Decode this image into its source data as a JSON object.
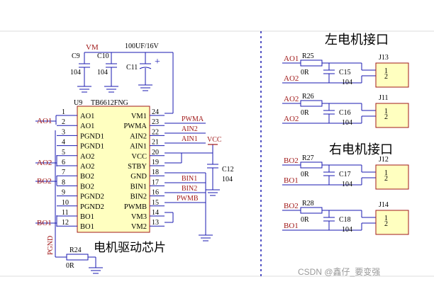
{
  "chip": {
    "designator": "U9",
    "part": "TB6612FNG",
    "left_pins": [
      {
        "num": "1",
        "name": "AO1"
      },
      {
        "num": "2",
        "name": "AO1"
      },
      {
        "num": "3",
        "name": "PGND1"
      },
      {
        "num": "4",
        "name": "PGND1"
      },
      {
        "num": "5",
        "name": "AO2"
      },
      {
        "num": "6",
        "name": "AO2"
      },
      {
        "num": "7",
        "name": "BO2"
      },
      {
        "num": "8",
        "name": "BO2"
      },
      {
        "num": "9",
        "name": "PGND2"
      },
      {
        "num": "10",
        "name": "PGND2"
      },
      {
        "num": "11",
        "name": "BO1"
      },
      {
        "num": "12",
        "name": "BO1"
      }
    ],
    "right_pins": [
      {
        "num": "24",
        "name": "VM1"
      },
      {
        "num": "23",
        "name": "PWMA"
      },
      {
        "num": "22",
        "name": "AIN2"
      },
      {
        "num": "21",
        "name": "AIN1"
      },
      {
        "num": "20",
        "name": "VCC"
      },
      {
        "num": "19",
        "name": "STBY"
      },
      {
        "num": "18",
        "name": "GND"
      },
      {
        "num": "17",
        "name": "BIN1"
      },
      {
        "num": "16",
        "name": "BIN2"
      },
      {
        "num": "15",
        "name": "PWMB"
      },
      {
        "num": "14",
        "name": "VM3"
      },
      {
        "num": "13",
        "name": "VM2"
      }
    ]
  },
  "nets": {
    "ao1": "AO1",
    "ao2": "AO2",
    "bo2": "BO2",
    "bo1": "BO1",
    "pwma": "PWMA",
    "ain2": "AIN2",
    "ain1": "AIN1",
    "vcc": "VCC",
    "bin1": "BIN1",
    "bin2": "BIN2",
    "pwmb": "PWMB",
    "vm": "VM",
    "pgnd": "PGND"
  },
  "components": {
    "c9": {
      "ref": "C9",
      "value": "104"
    },
    "c10": {
      "ref": "C10",
      "value": "104"
    },
    "c11": {
      "ref": "C11",
      "value": "100UF/16V",
      "polarity": "+"
    },
    "c12": {
      "ref": "C12",
      "value": "104"
    },
    "r24": {
      "ref": "R24",
      "value": "0R"
    }
  },
  "left_motor": {
    "title": "左电机接口",
    "blocks": [
      {
        "top_net": "AO1",
        "bottom_net": "AO2",
        "res_ref": "R25",
        "res_val": "0R",
        "cap_ref": "C15",
        "cap_val": "104",
        "conn_ref": "J13",
        "pin1": "1",
        "pin2": "2"
      },
      {
        "top_net": "AO2",
        "bottom_net": "AO2",
        "res_ref": "R26",
        "res_val": "0R",
        "cap_ref": "C16",
        "cap_val": "104",
        "conn_ref": "J11",
        "pin1": "1",
        "pin2": "2"
      }
    ]
  },
  "right_motor": {
    "title": "右电机接口",
    "blocks": [
      {
        "top_net": "BO2",
        "bottom_net": "BO1",
        "res_ref": "R27",
        "res_val": "0R",
        "cap_ref": "C17",
        "cap_val": "104",
        "conn_ref": "J12",
        "pin1": "1",
        "pin2": "2"
      },
      {
        "top_net": "BO2",
        "bottom_net": "BO1",
        "res_ref": "R28",
        "res_val": "0R",
        "cap_ref": "C18",
        "cap_val": "104",
        "conn_ref": "J14",
        "pin1": "1",
        "pin2": "2"
      }
    ]
  },
  "driver_title": "电机驱动芯片",
  "watermark": "CSDN @鑫仔_要变强",
  "colors": {
    "wire": "#1a1ab0",
    "net_label": "#a01818",
    "chip_fill": "#ffffc0",
    "chip_border": "#a01818",
    "divider": "#1a1ab0"
  }
}
